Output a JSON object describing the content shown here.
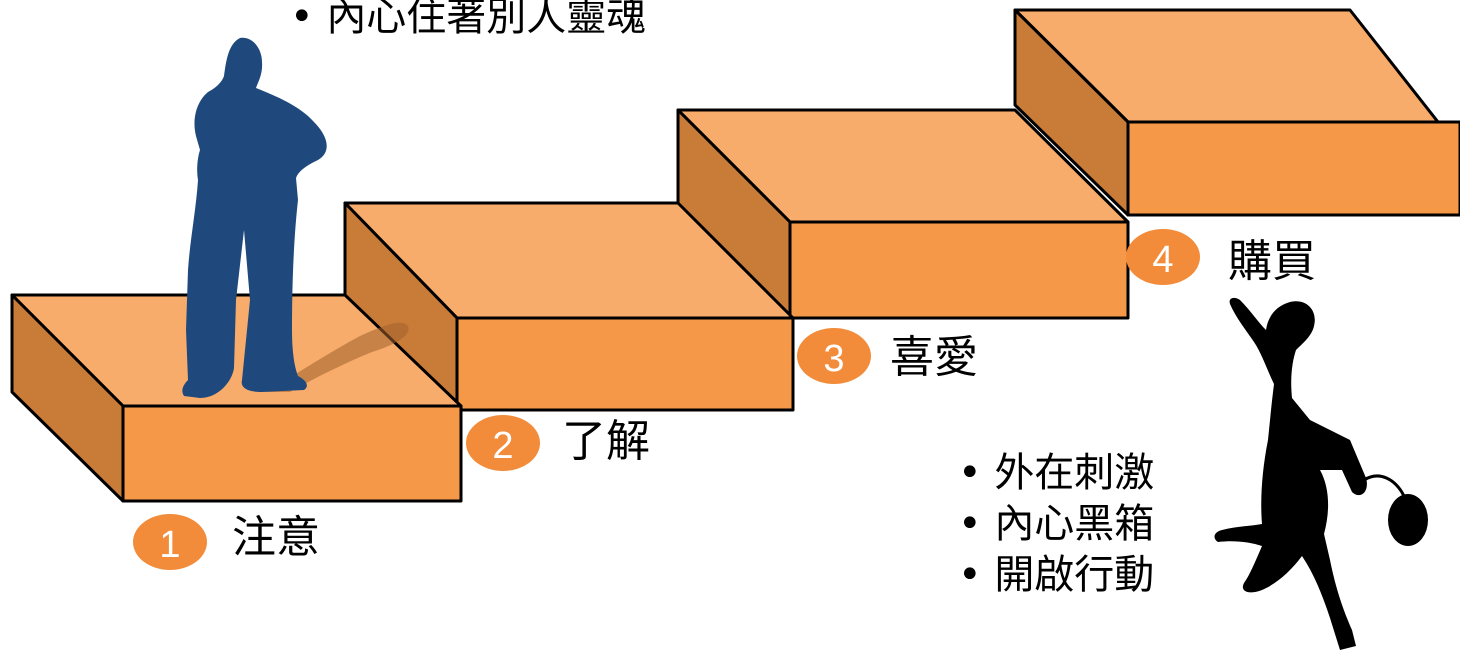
{
  "top_note": "內心住著別人靈魂",
  "steps": [
    {
      "number": "1",
      "label": "注意"
    },
    {
      "number": "2",
      "label": "了解"
    },
    {
      "number": "3",
      "label": "喜愛"
    },
    {
      "number": "4",
      "label": "購買"
    }
  ],
  "bullets": [
    "外在刺激",
    "內心黑箱",
    "開啟行動"
  ],
  "colors": {
    "box_top": "#F7AC6B",
    "box_front": "#F59848",
    "box_side": "#C97B38",
    "badge": "#F28C3A",
    "man_silhouette": "#1F497D",
    "woman_silhouette": "#000000"
  }
}
